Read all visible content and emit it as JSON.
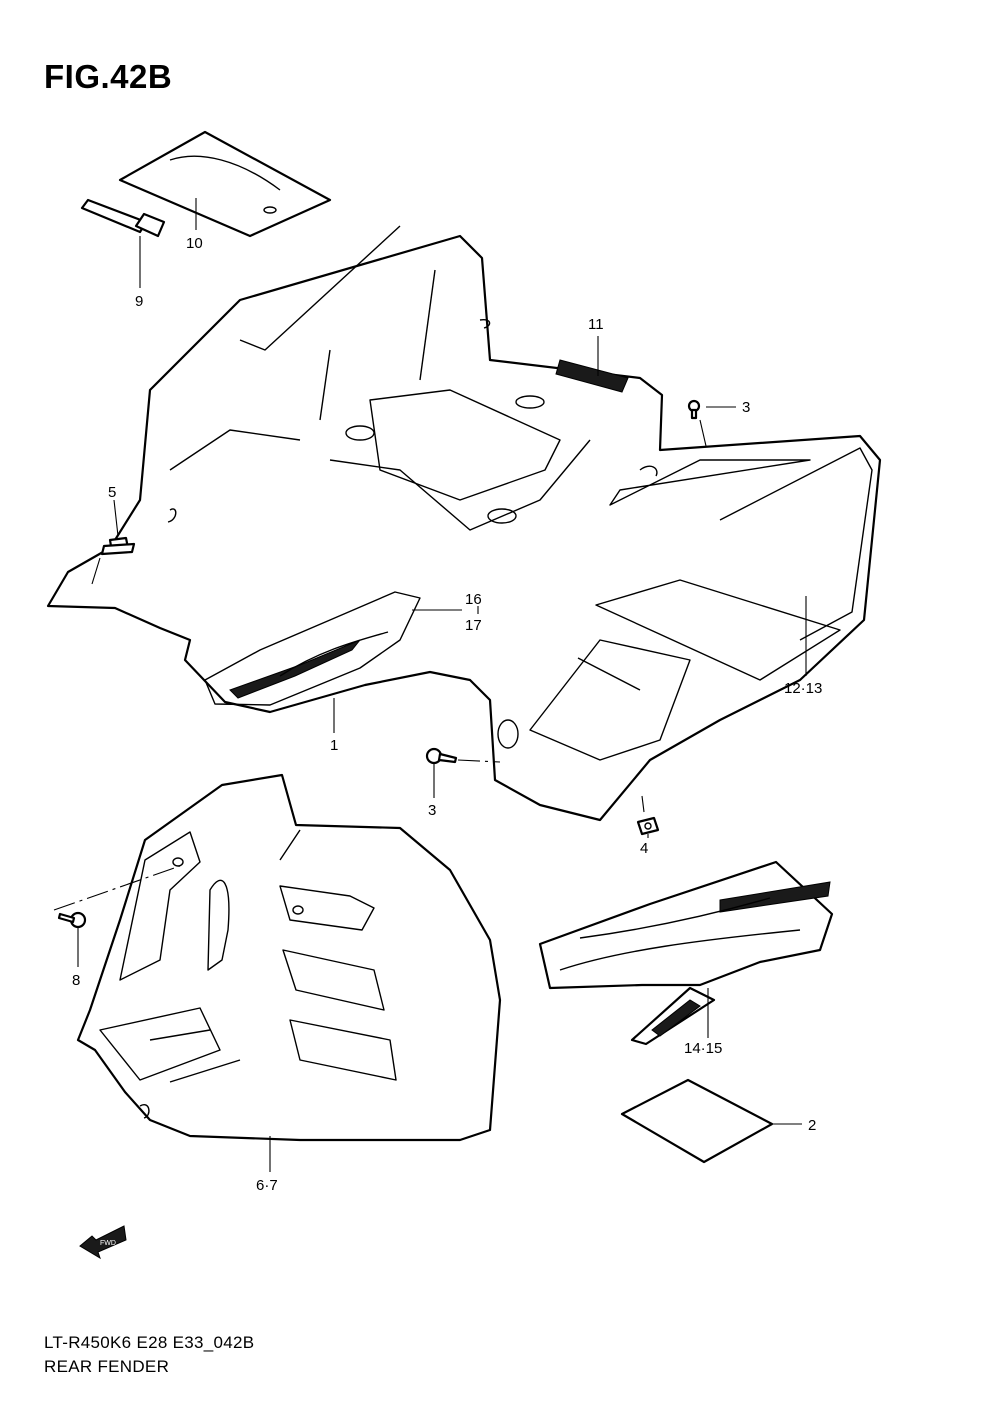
{
  "figure": {
    "title": "FIG.42B",
    "model_code": "LT-R450K6 E28 E33_042B",
    "section_name": "REAR FENDER",
    "fwd_label": "FWD"
  },
  "callouts": {
    "c10": "10",
    "c9": "9",
    "c11": "11",
    "c3a": "3",
    "c5": "5",
    "c16": "16",
    "c17": "17",
    "c1213": "12·13",
    "c1": "1",
    "c3b": "3",
    "c4": "4",
    "c8": "8",
    "c1415": "14·15",
    "c2": "2",
    "c67": "6·7"
  }
}
